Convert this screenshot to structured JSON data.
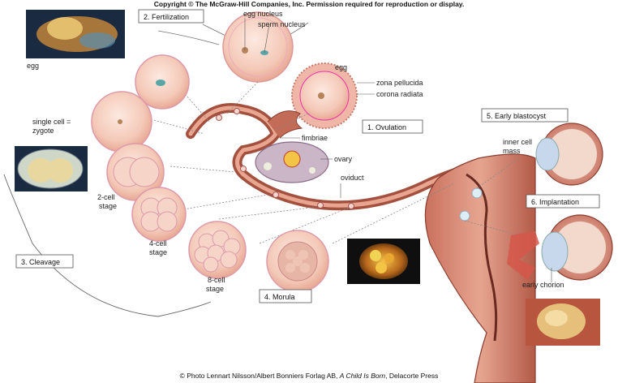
{
  "copyright": "Copyright © The McGraw-Hill Companies, Inc. Permission required for reproduction or display.",
  "photo_credit_prefix": "© Photo Lennart Nilsson/Albert Bonniers Forlag AB, ",
  "photo_credit_title": "A Child Is Born",
  "photo_credit_suffix": ", Delacorte Press",
  "stages": {
    "fertilization": "2. Fertilization",
    "ovulation": "1. Ovulation",
    "cleavage": "3. Cleavage",
    "morula": "4. Morula",
    "early_blastocyst": "5. Early blastocyst",
    "implantation": "6. Implantation"
  },
  "labels": {
    "egg_photo": "egg",
    "egg_nucleus": "egg  nucleus",
    "sperm_nucleus": "sperm nucleus",
    "egg_top": "egg",
    "zona_pellucida": "zona pellucida",
    "corona_radiata": "corona radiata",
    "fimbriae": "fimbriae",
    "ovary": "ovary",
    "oviduct": "oviduct",
    "single_cell_1": "single cell =",
    "single_cell_2": "zygote",
    "two_cell_1": "2-cell",
    "two_cell_2": "stage",
    "four_cell_1": "4-cell",
    "four_cell_2": "stage",
    "eight_cell_1": "8-cell",
    "eight_cell_2": "stage",
    "inner_cell_1": "inner cell",
    "inner_cell_2": "mass",
    "early_chorion": "early chorion"
  }
}
